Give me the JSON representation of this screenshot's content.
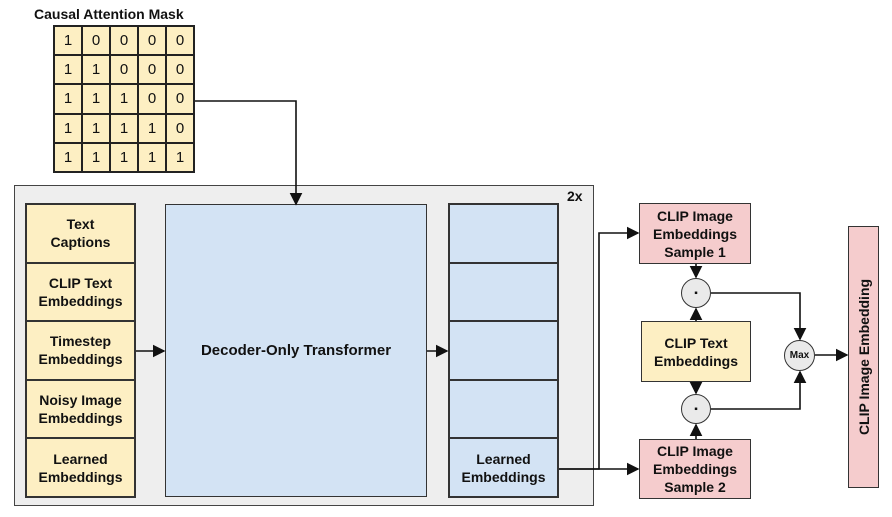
{
  "mask": {
    "title": "Causal Attention Mask",
    "rows": [
      [
        "1",
        "0",
        "0",
        "0",
        "0"
      ],
      [
        "1",
        "1",
        "0",
        "0",
        "0"
      ],
      [
        "1",
        "1",
        "1",
        "0",
        "0"
      ],
      [
        "1",
        "1",
        "1",
        "1",
        "0"
      ],
      [
        "1",
        "1",
        "1",
        "1",
        "1"
      ]
    ]
  },
  "repeat_label": "2x",
  "inputs": [
    "Text\nCaptions",
    "CLIP Text\nEmbeddings",
    "Timestep\nEmbeddings",
    "Noisy Image\nEmbeddings",
    "Learned\nEmbeddings"
  ],
  "transformer_label": "Decoder-Only Transformer",
  "outputs": [
    "",
    "",
    "",
    "",
    "Learned\nEmbeddings"
  ],
  "samples": {
    "sample1": "CLIP Image\nEmbeddings\nSample 1",
    "text_embeddings": "CLIP Text\nEmbeddings",
    "sample2": "CLIP Image\nEmbeddings\nSample 2"
  },
  "dot_symbol": "▪",
  "max_label": "Max",
  "final_label": "CLIP Image Embedding",
  "colors": {
    "input_fill": "#fdefc3",
    "transformer_fill": "#d3e3f4",
    "clip_image_fill": "#f5cccd",
    "background_panel": "#eeeeee"
  }
}
